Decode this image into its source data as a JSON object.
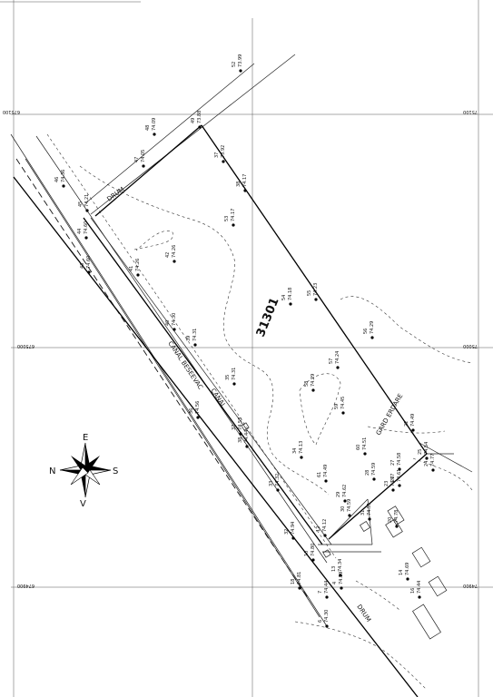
{
  "plan": {
    "parcel_id": "31301",
    "road_labels": [
      "DRUM",
      "DRUM"
    ],
    "canal_labels": [
      "CANAL BESEEVAC",
      "CANAL"
    ],
    "fence_label": "GARD ERDARE",
    "grid_labels": {
      "x_top": "675100",
      "x_mid": "675000",
      "x_bottom": "674900",
      "y_top": "75100",
      "y_mid": "75000",
      "y_bottom": "74900"
    },
    "compass": {
      "n": "N",
      "s": "S",
      "e": "E",
      "v": "V"
    },
    "points": [
      {
        "id": "52",
        "elev": "73.99"
      },
      {
        "id": "48",
        "elev": "74.09"
      },
      {
        "id": "49",
        "elev": "73.88"
      },
      {
        "id": "47",
        "elev": "74.05"
      },
      {
        "id": "46",
        "elev": "74.36"
      },
      {
        "id": "45",
        "elev": "74.21"
      },
      {
        "id": "37",
        "elev": "73.92"
      },
      {
        "id": "38",
        "elev": "74.17"
      },
      {
        "id": "44",
        "elev": "74.60"
      },
      {
        "id": "43",
        "elev": "74.60"
      },
      {
        "id": "42",
        "elev": "74.26"
      },
      {
        "id": "53",
        "elev": "74.17"
      },
      {
        "id": "41",
        "elev": "74.26"
      },
      {
        "id": "54",
        "elev": "74.18"
      },
      {
        "id": "55",
        "elev": "74.23"
      },
      {
        "id": "40",
        "elev": "74.30"
      },
      {
        "id": "39",
        "elev": "74.31"
      },
      {
        "id": "56",
        "elev": "74.29"
      },
      {
        "id": "57",
        "elev": "74.24"
      },
      {
        "id": "58",
        "elev": "74.29"
      },
      {
        "id": "35",
        "elev": "74.31"
      },
      {
        "id": "59",
        "elev": "74.45"
      },
      {
        "id": "36",
        "elev": "74.56"
      },
      {
        "id": "22",
        "elev": "74.49"
      },
      {
        "id": "37",
        "elev": "74.53"
      },
      {
        "id": "38",
        "elev": "74.44"
      },
      {
        "id": "34",
        "elev": "74.13"
      },
      {
        "id": "60",
        "elev": "74.51"
      },
      {
        "id": "27",
        "elev": "74.58"
      },
      {
        "id": "25",
        "elev": "74.54"
      },
      {
        "id": "61",
        "elev": "74.49"
      },
      {
        "id": "28",
        "elev": "74.59"
      },
      {
        "id": "33",
        "elev": "74.32"
      },
      {
        "id": "24",
        "elev": "74.77"
      },
      {
        "id": "26",
        "elev": "74.61"
      },
      {
        "id": "29",
        "elev": "74.62"
      },
      {
        "id": "30",
        "elev": "74.59"
      },
      {
        "id": "23",
        "elev": "74.77"
      },
      {
        "id": "31",
        "elev": "74.51"
      },
      {
        "id": "20",
        "elev": "74.78"
      },
      {
        "id": "32",
        "elev": "74.94"
      },
      {
        "id": "12",
        "elev": "74.12"
      },
      {
        "id": "10",
        "elev": "74.80"
      },
      {
        "id": "13",
        "elev": "74.34"
      },
      {
        "id": "14",
        "elev": "74.69"
      },
      {
        "id": "18",
        "elev": "74.81"
      },
      {
        "id": "7",
        "elev": "74.44"
      },
      {
        "id": "4",
        "elev": "74.59"
      },
      {
        "id": "6",
        "elev": "74.30"
      },
      {
        "id": "16",
        "elev": "74.44"
      }
    ]
  }
}
